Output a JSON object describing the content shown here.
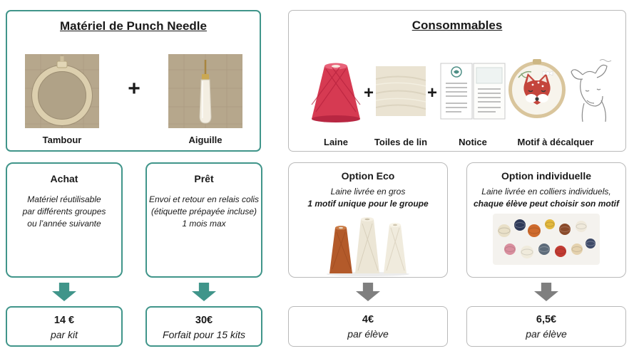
{
  "colors": {
    "teal": "#40958a",
    "gray_border": "#b9b9b9",
    "arrow_gray": "#7f7f7f"
  },
  "materials_panel": {
    "title": "Matériel de Punch Needle",
    "plus": "+",
    "items": [
      {
        "label": "Tambour"
      },
      {
        "label": "Aiguille"
      }
    ]
  },
  "consumables_panel": {
    "title": "Consommables",
    "plus": "+",
    "items": [
      {
        "label": "Laine"
      },
      {
        "label": "Toiles de lin"
      },
      {
        "label": "Notice"
      },
      {
        "label": "Motif à décalquer"
      }
    ]
  },
  "options": [
    {
      "title": "Achat",
      "lines": [
        "Matériel réutilisable",
        "par différents groupes",
        "ou l’année suivante"
      ],
      "price": "14 €",
      "price_note": "par kit"
    },
    {
      "title": "Prêt",
      "lines": [
        "Envoi et retour en relais colis",
        "(étiquette prépayée incluse)",
        "1 mois max"
      ],
      "price": "30€",
      "price_note": "Forfait pour 15 kits"
    },
    {
      "title": "Option Eco",
      "lines": [
        "Laine livrée en gros"
      ],
      "bold_line": "1 motif unique pour le groupe",
      "price": "4€",
      "price_note": "par élève"
    },
    {
      "title": "Option individuelle",
      "lines": [
        "Laine livrée en colliers individuels,"
      ],
      "bold_line": "chaque élève peut choisir son motif",
      "price": "6,5€",
      "price_note": "par élève"
    }
  ]
}
